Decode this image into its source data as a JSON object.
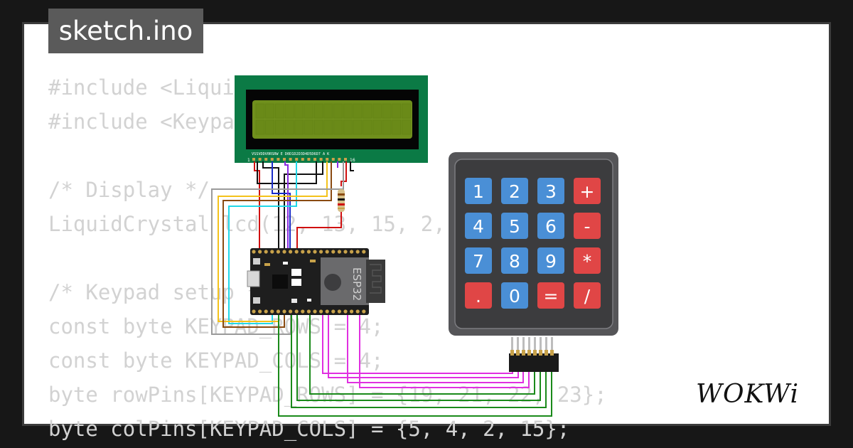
{
  "tab": {
    "filename": "sketch.ino"
  },
  "code_lines": [
    "#include <LiquidCrystal.h>",
    "#include <Keypad.h>",
    "",
    "/* Display */",
    "LiquidCrystal lcd(12, 13, 15, 2, 4, 5);",
    "",
    "/* Keypad setup */",
    "const byte KEYPAD_ROWS = 4;",
    "const byte KEYPAD_COLS = 4;",
    "byte rowPins[KEYPAD_ROWS] = {19, 21, 22, 23};",
    "byte colPins[KEYPAD_COLS] = {5, 4, 2, 15};"
  ],
  "board": {
    "chip_label": "ESP32"
  },
  "lcd": {
    "pin_labels": "VSSVDDV0RSRW E D0D1D2D3D4D5D6D7 A  K",
    "pin_first": "1",
    "pin_last": "16",
    "screen_color": "#6f8f1c",
    "pcb_color": "#0b7a45"
  },
  "keypad": {
    "keys": [
      "1",
      "2",
      "3",
      "+",
      "4",
      "5",
      "6",
      "-",
      "7",
      "8",
      "9",
      "*",
      ".",
      "0",
      "=",
      "/"
    ],
    "colors": {
      "blue_key": "#4a8fd6",
      "red_key": "#e04646",
      "frame": "#555558"
    }
  },
  "brand": {
    "logo_text": "WOKWi"
  },
  "wire_colors": {
    "red": "#d01010",
    "black": "#111111",
    "blue": "#1a2cc9",
    "purple": "#8a2be2",
    "cyan": "#22d8e8",
    "yellow": "#f4c21a",
    "brown": "#8a4b12",
    "gray": "#9a9a9a",
    "magenta": "#e030e0",
    "green": "#1a8a1a"
  }
}
